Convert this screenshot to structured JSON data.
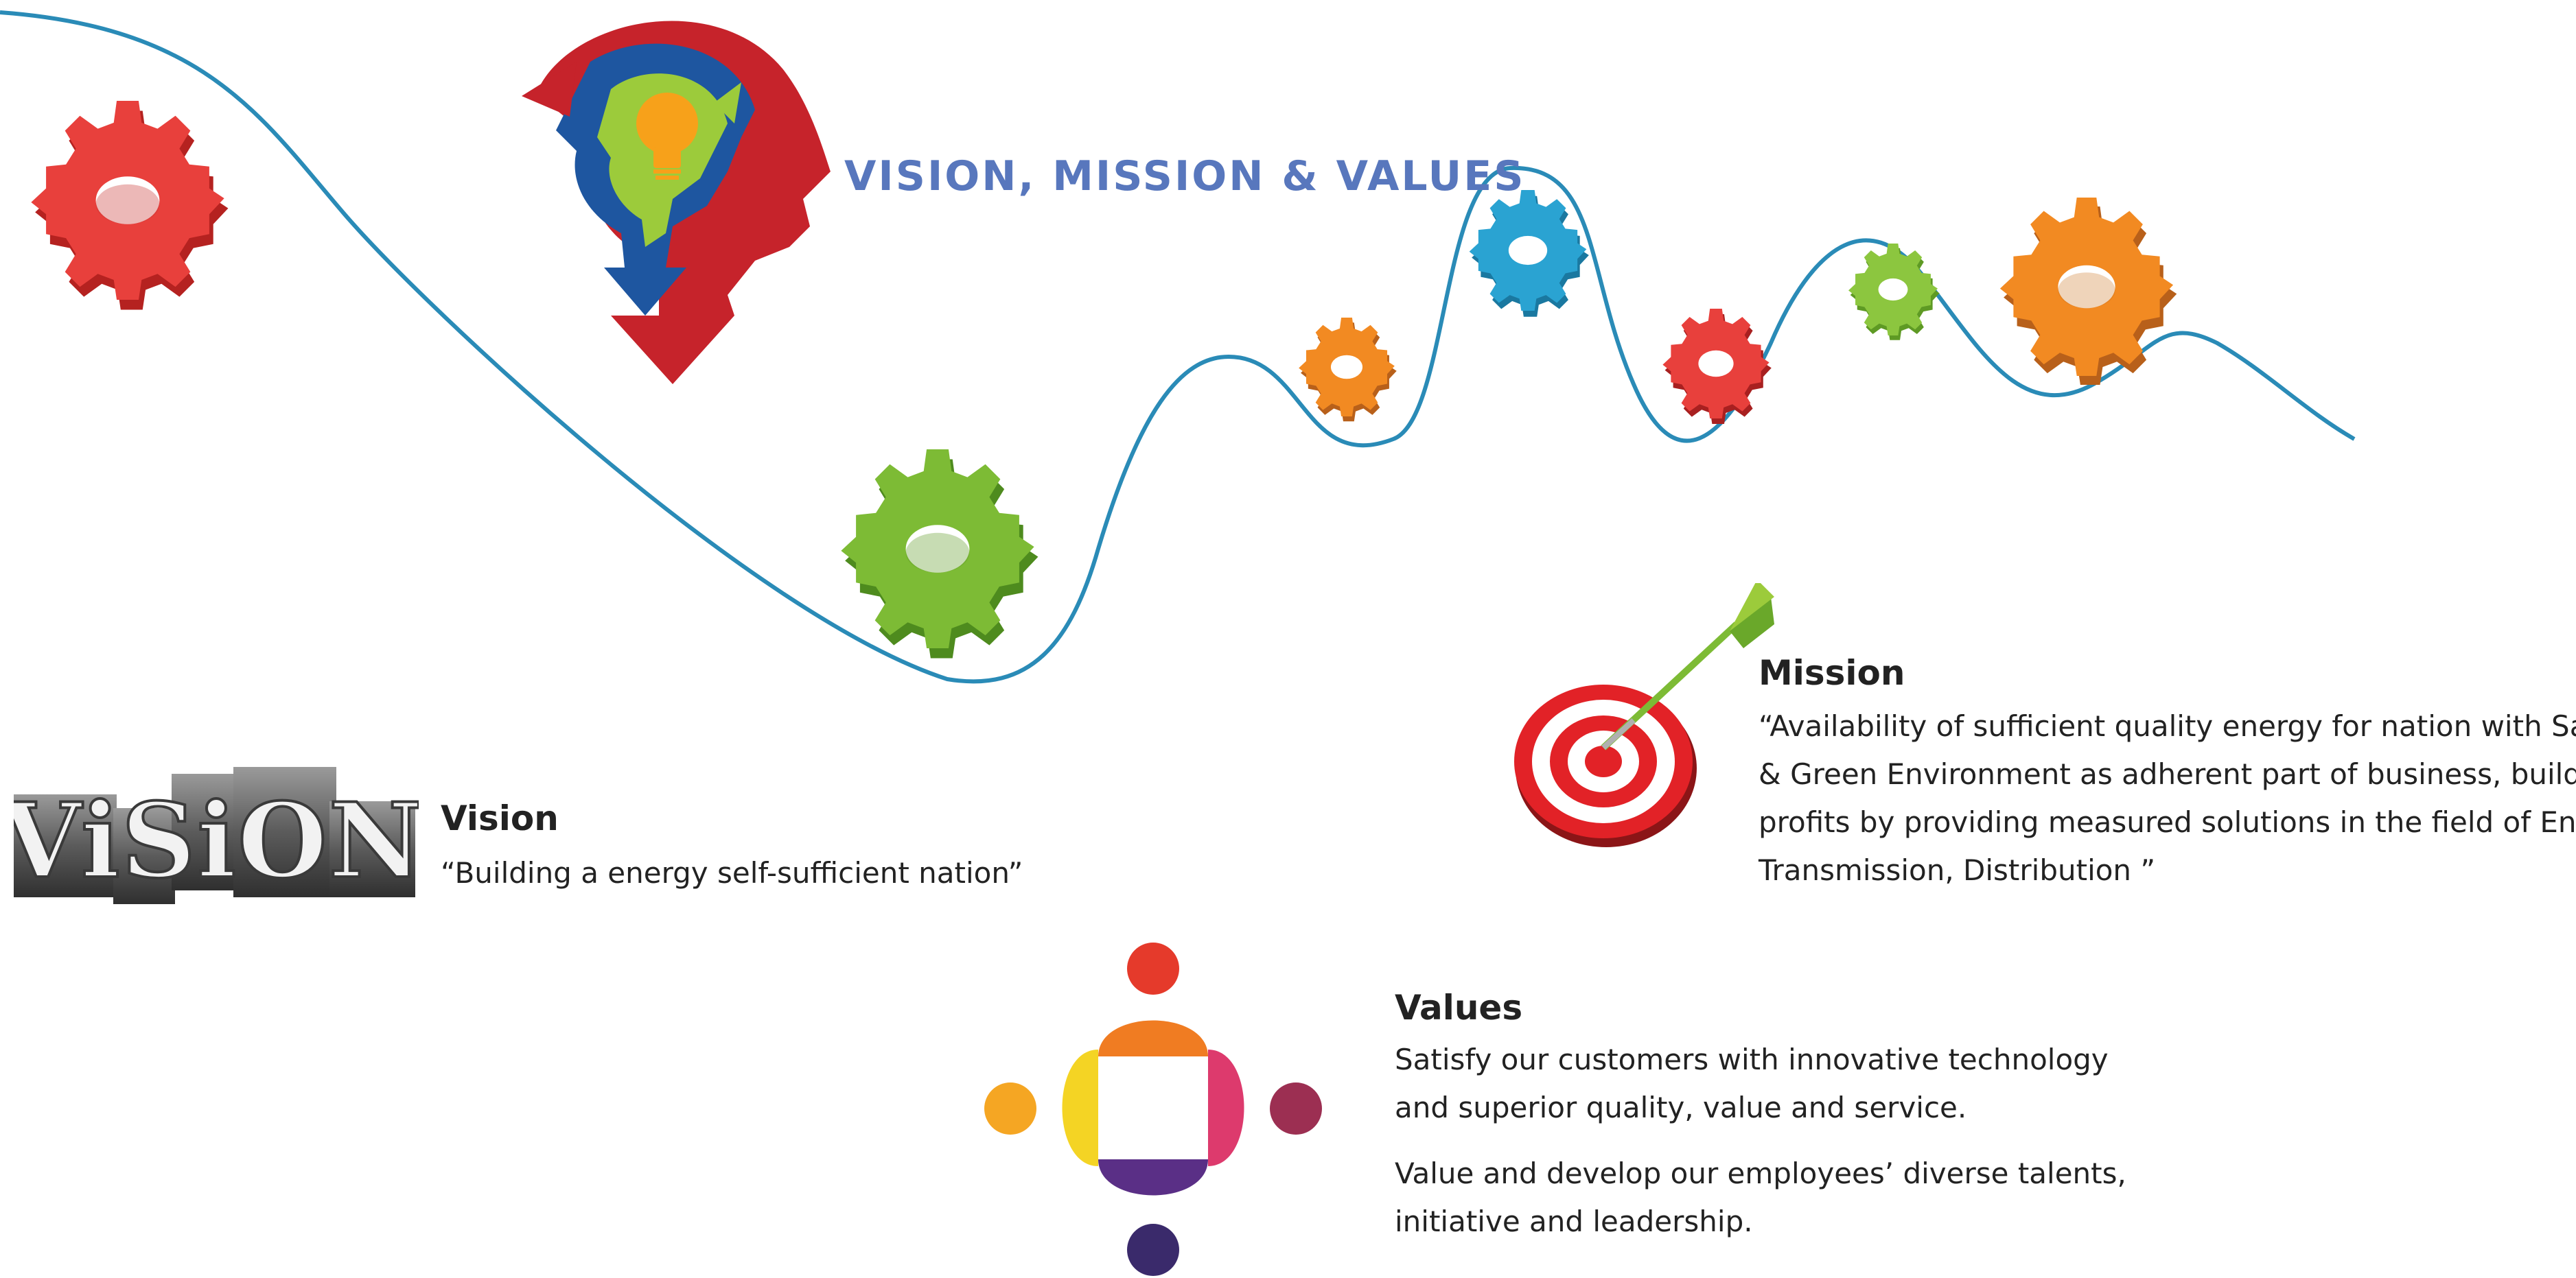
{
  "header": {
    "title": "VISION, MISSION & VALUES"
  },
  "vision": {
    "title": "Vision",
    "text": "“Building a energy self-sufficient nation”",
    "logo_text": "ViSiON"
  },
  "mission": {
    "title": "Mission",
    "lines": [
      "“Availability of sufficient quality energy for nation with Safe",
      "& Green Environment as adherent part of business, building",
      "profits by providing measured solutions in the field of Energy",
      "Transmission, Distribution ”"
    ]
  },
  "values": {
    "title": "Values",
    "paragraph1": [
      "Satisfy our customers with innovative technology",
      "and superior quality, value and service."
    ],
    "paragraph2": [
      "Value and develop our employees’ diverse talents,",
      "initiative and leadership."
    ]
  },
  "colors": {
    "heading": "#5877bd",
    "wave_line": "#2a8bb7",
    "gear_red": "#e8403c",
    "gear_green": "#7dbb35",
    "gear_orange": "#f28a22",
    "gear_blue": "#2aa3d2",
    "gear_lime": "#8cc63f",
    "text": "#222222"
  },
  "icons": [
    "head-lightbulb-icon",
    "gear-icon",
    "target-dart-icon",
    "vision-letterpress-icon",
    "team-circle-icon"
  ]
}
